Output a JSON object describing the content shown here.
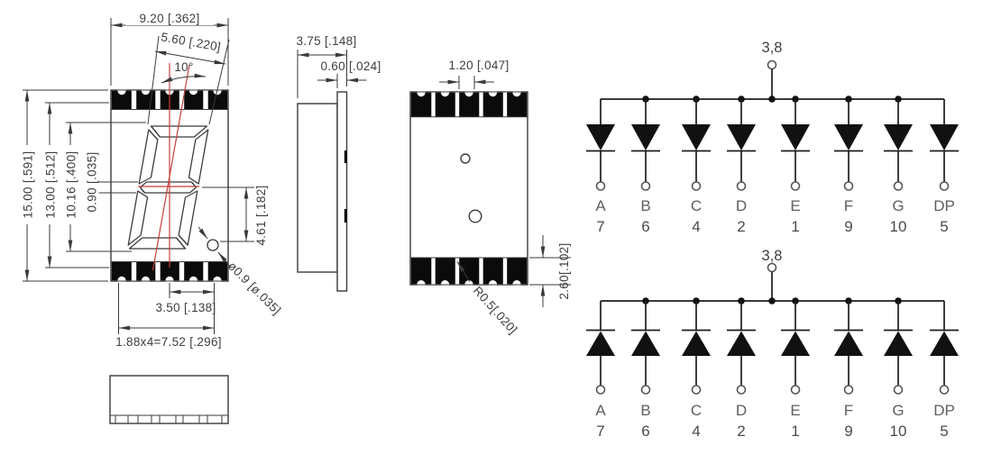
{
  "front_view": {
    "dim_overall_width": "9.20 [.362]",
    "dim_digit_width": "5.60 [.220]",
    "dim_tilt_angle": "10°",
    "dim_overall_height": "15.00 [.591]",
    "dim_body_height": "13.00 [.512]",
    "dim_digit_height": "10.16 [.400]",
    "dim_segment_gap": "0.90 [.035]",
    "dim_dp_offset": "4.61 [.182]",
    "dim_pad_spacing": "3.50 [.138]",
    "dim_pad_pitch": "1.88x4=7.52 [.296]",
    "dim_dp_diameter": "ø0.9 [ø.035]"
  },
  "side_view": {
    "dim_overall_depth": "3.75 [.148]",
    "dim_substrate_thickness": "0.60 [.024]"
  },
  "back_view": {
    "dim_pad_width": "1.20 [.047]",
    "dim_pad_height": "2.60[.102]",
    "dim_notch_radius": "R0.5[.020]"
  },
  "circuit_common_anode": {
    "common_label": "3,8",
    "pins": [
      {
        "segment": "A",
        "pin": "7"
      },
      {
        "segment": "B",
        "pin": "6"
      },
      {
        "segment": "C",
        "pin": "4"
      },
      {
        "segment": "D",
        "pin": "2"
      },
      {
        "segment": "E",
        "pin": "1"
      },
      {
        "segment": "F",
        "pin": "9"
      },
      {
        "segment": "G",
        "pin": "10"
      },
      {
        "segment": "DP",
        "pin": "5"
      }
    ]
  },
  "circuit_common_cathode": {
    "common_label": "3,8",
    "pins": [
      {
        "segment": "A",
        "pin": "7"
      },
      {
        "segment": "B",
        "pin": "6"
      },
      {
        "segment": "C",
        "pin": "4"
      },
      {
        "segment": "D",
        "pin": "2"
      },
      {
        "segment": "E",
        "pin": "1"
      },
      {
        "segment": "F",
        "pin": "9"
      },
      {
        "segment": "G",
        "pin": "10"
      },
      {
        "segment": "DP",
        "pin": "5"
      }
    ]
  },
  "colors": {
    "line": "#3a3a3a",
    "centerline": "#c4403c",
    "circuit_line": "#1d1d1d",
    "label": "#5e5e5e",
    "pad_fill": "#0b0b0b"
  }
}
